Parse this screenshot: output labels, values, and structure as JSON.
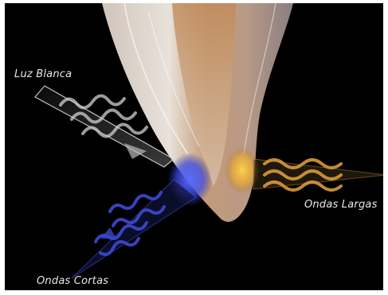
{
  "labels": {
    "white_light": "Luz Blanca",
    "long_waves": "Ondas Largas",
    "short_waves": "Ondas Cortas"
  },
  "colors": {
    "background": "#000000",
    "white_light": "#d8d8d8",
    "long_waves": "#d89a3a",
    "short_waves": "#3a46c8",
    "tooth_blue_glow": "#4a5cff",
    "tooth_yellow_glow": "#f0c040"
  }
}
